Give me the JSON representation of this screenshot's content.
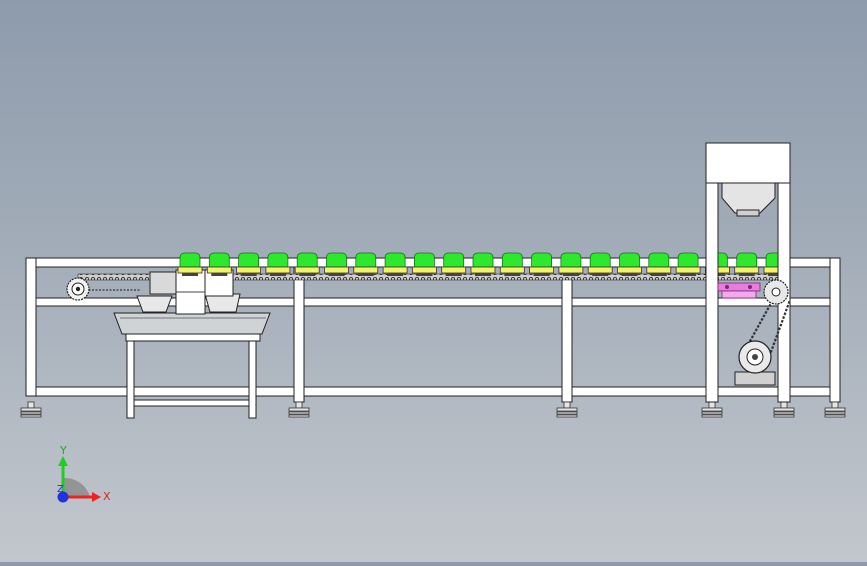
{
  "view": {
    "background_top": "#8e9bac",
    "background_bottom": "#c2c7cd"
  },
  "conveyor": {
    "pod_count": 21,
    "pod_color": "#2ee82e",
    "pod_base_color": "#f5f26a",
    "hopper_body_color": "#ffffff",
    "tensioner_color": "#e87ce0"
  },
  "triad": {
    "y_label": "Y",
    "x_label": "X",
    "z_label": "Z",
    "y_color": "#22cc22",
    "x_color": "#ee2222",
    "z_color": "#2233dd"
  }
}
